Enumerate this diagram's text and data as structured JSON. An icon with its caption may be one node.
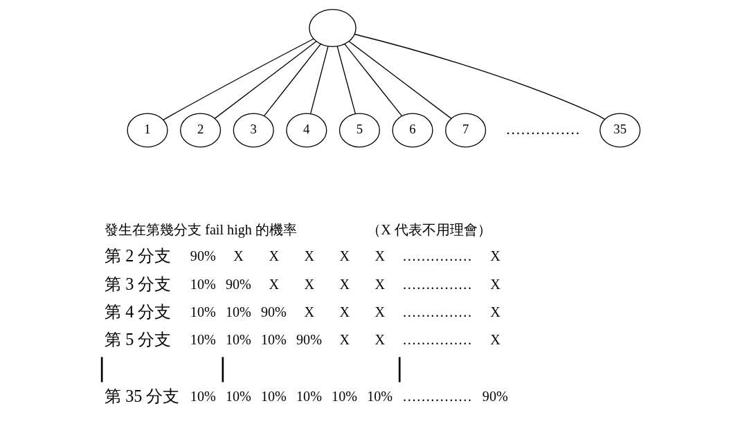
{
  "diagram": {
    "nodes": [
      {
        "text": [],
        "shape": "circle"
      },
      {
        "text": [
          "1"
        ]
      },
      {
        "text": [
          "2"
        ]
      },
      {
        "text": [
          "3"
        ]
      },
      {
        "text": [
          "4"
        ]
      },
      {
        "text": [
          "5"
        ]
      },
      {
        "text": [
          "6"
        ]
      },
      {
        "text": [
          "7"
        ]
      },
      {
        "text": [
          "35"
        ]
      }
    ],
    "edges": [
      {
        "from": 0,
        "to": 1,
        "arrow": "none"
      },
      {
        "from": 0,
        "to": 2,
        "arrow": "none"
      },
      {
        "from": 0,
        "to": 3,
        "arrow": "none"
      },
      {
        "from": 0,
        "to": 4,
        "arrow": "none"
      },
      {
        "from": 0,
        "to": 5,
        "arrow": "none"
      },
      {
        "from": 0,
        "to": 6,
        "arrow": "none"
      },
      {
        "from": 0,
        "to": 7,
        "arrow": "none"
      },
      {
        "from": 0,
        "to": 8,
        "arrow": "none"
      }
    ],
    "labels": [
      "……………",
      "發生在第幾分支 fail high 的機率",
      "（X 代表不用理會）",
      "第 2 分支",
      "90%",
      "X",
      "X",
      "X",
      "X",
      "X",
      "……………",
      "X",
      "第 3 分支",
      "10%",
      "90%",
      "X",
      "X",
      "X",
      "X",
      "……………",
      "X",
      "第 4 分支",
      "10%",
      "10%",
      "90%",
      "X",
      "X",
      "X",
      "……………",
      "X",
      "第 5 分支",
      "10%",
      "10%",
      "10%",
      "90%",
      "X",
      "X",
      "……………",
      "X",
      "第 35 分支",
      "10%",
      "10%",
      "10%",
      "10%",
      "10%",
      "10%",
      "……………",
      "90%"
    ]
  }
}
